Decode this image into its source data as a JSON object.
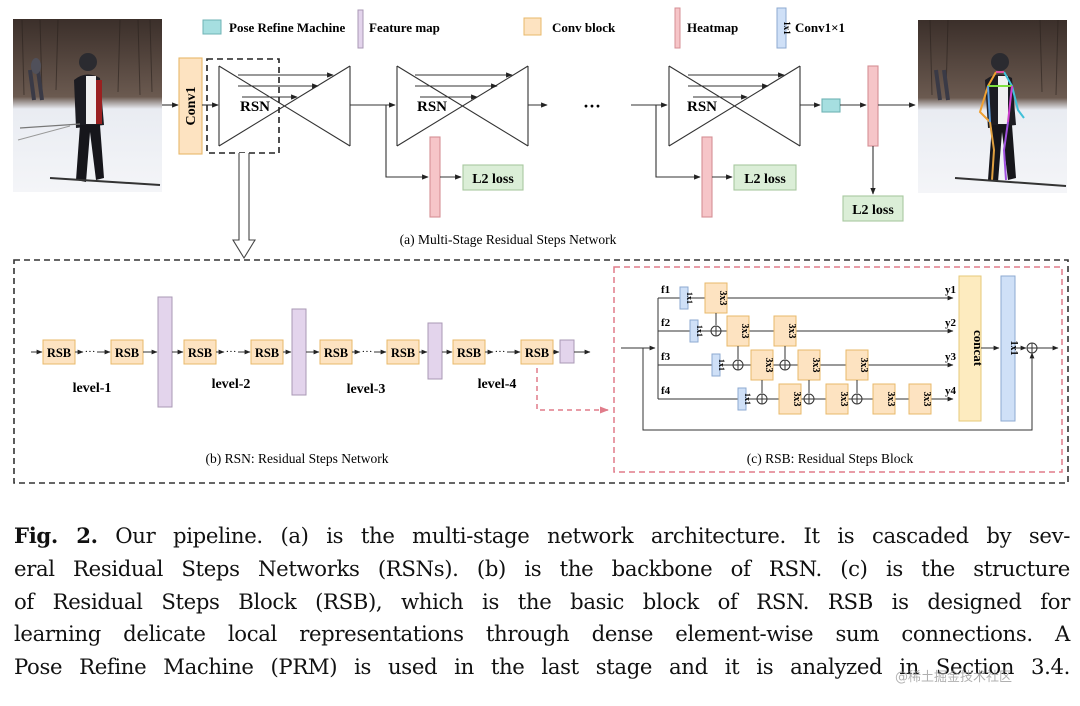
{
  "legend": [
    {
      "label": "Pose Refine Machine",
      "symbol": "prm-square"
    },
    {
      "label": "Feature map",
      "symbol": "feature-bar"
    },
    {
      "label": "Conv block",
      "symbol": "conv-square"
    },
    {
      "label": "Heatmap",
      "symbol": "heatmap-bar"
    },
    {
      "label": "Conv1×1",
      "symbol": "conv1x1-bar",
      "glyph": "1x1"
    }
  ],
  "colors": {
    "prm": "#a6dfe0",
    "feature": "#e3d4ec",
    "conv": "#fde3c1",
    "conv_border": "#e8b86a",
    "heatmap": "#f6c5c8",
    "conv1x1": "#cfe0f7",
    "loss": "#dbeed7",
    "concat": "#fdebbf",
    "red_dash": "#e07c8a"
  },
  "panel_a": {
    "conv1_label": "Conv1",
    "rsn_label": "RSN",
    "ellipsis": "···",
    "loss_label": "L2 loss",
    "caption": "(a) Multi-Stage Residual Steps Network",
    "input_image": "skier photo (input)",
    "output_image": "skier photo with pose skeleton (output)"
  },
  "panel_b": {
    "block_label": "RSB",
    "dots": "···",
    "levels": [
      "level-1",
      "level-2",
      "level-3",
      "level-4"
    ],
    "caption": "(b) RSN: Residual Steps Network"
  },
  "panel_c": {
    "inputs": [
      "f1",
      "f2",
      "f3",
      "f4"
    ],
    "outputs": [
      "y1",
      "y2",
      "y3",
      "y4"
    ],
    "conv1x1_label": "1x1",
    "conv3x3_label": "3x3",
    "concat_label": "concat",
    "caption": "(c) RSB: Residual Steps Block"
  },
  "caption": {
    "fig_label": "Fig. 2.",
    "lines": [
      " Our pipeline. (a) is the multi-stage network architecture. It is cascaded by sev-",
      "eral Residual Steps Networks (RSNs). (b) is the backbone of RSN. (c) is the structure",
      "of Residual Steps Block (RSB), which is the basic block of RSN. RSB is designed for",
      "learning delicate local representations through dense element-wise sum connections. A",
      "Pose Refine Machine (PRM) is used in the last stage and it is analyzed in Section 3.4."
    ]
  },
  "watermark": "@稀土掘金技术社区"
}
